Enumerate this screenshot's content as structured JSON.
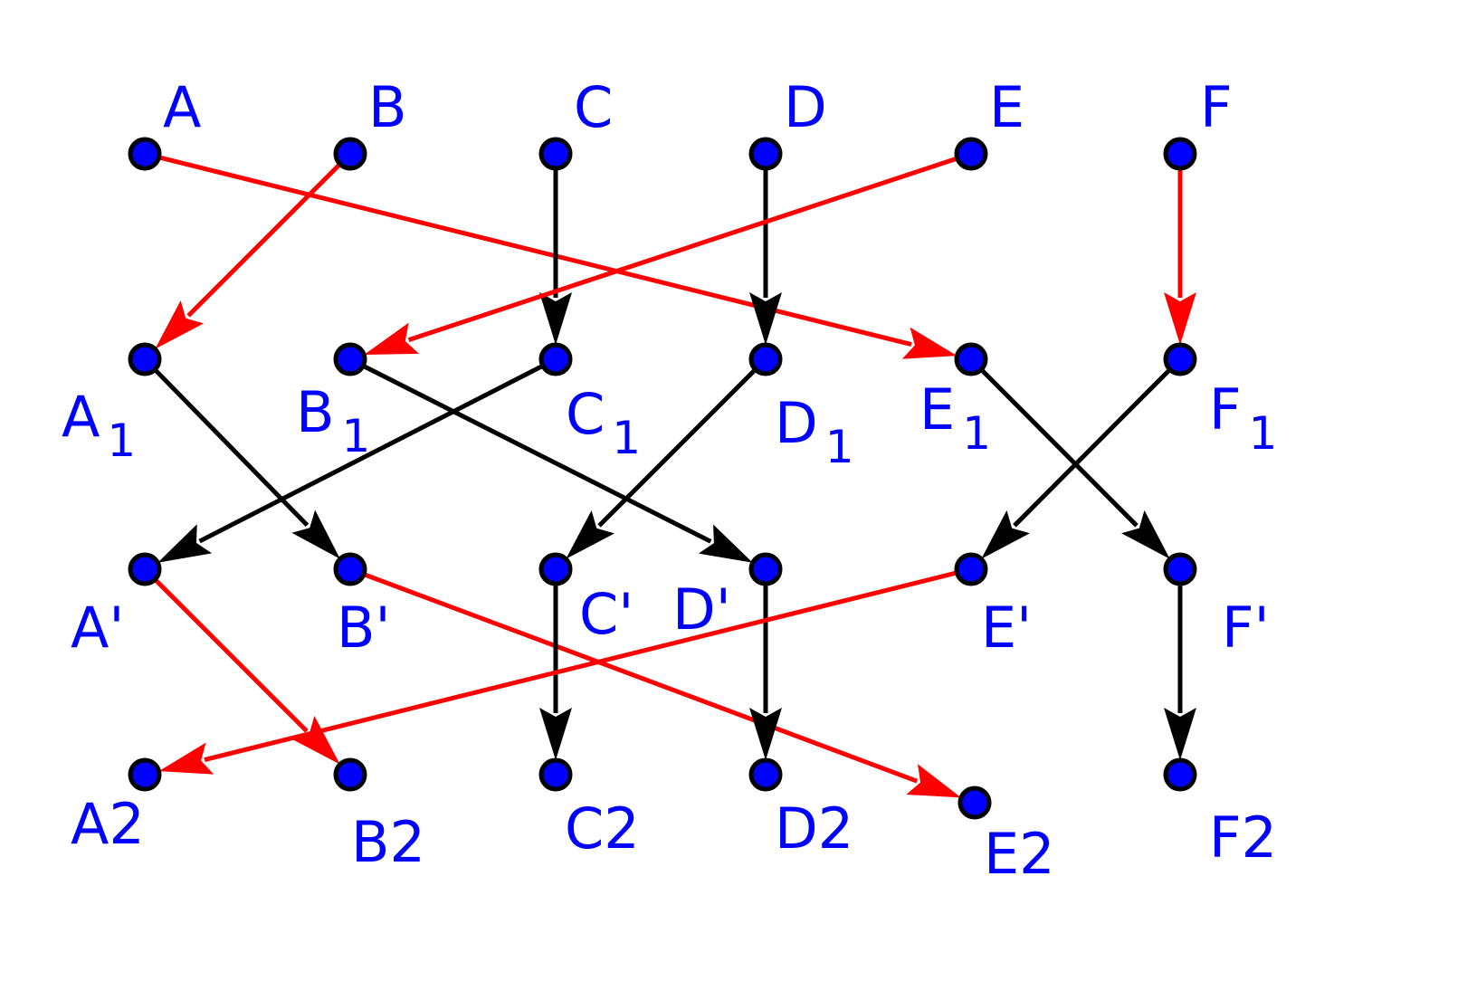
{
  "colors": {
    "node_fill": "#0000ff",
    "node_stroke": "#000000",
    "label": "#0000ff",
    "edge_black": "#000000",
    "edge_red": "#ff0000"
  },
  "nodes": [
    {
      "id": "A",
      "label": "A",
      "sub": ""
    },
    {
      "id": "B",
      "label": "B",
      "sub": ""
    },
    {
      "id": "C",
      "label": "C",
      "sub": ""
    },
    {
      "id": "D",
      "label": "D",
      "sub": ""
    },
    {
      "id": "E",
      "label": "E",
      "sub": ""
    },
    {
      "id": "F",
      "label": "F",
      "sub": ""
    },
    {
      "id": "A1",
      "label": "A",
      "sub": "1"
    },
    {
      "id": "B1",
      "label": "B",
      "sub": "1"
    },
    {
      "id": "C1",
      "label": "C",
      "sub": "1"
    },
    {
      "id": "D1",
      "label": "D",
      "sub": "1"
    },
    {
      "id": "E1",
      "label": "E",
      "sub": "1"
    },
    {
      "id": "F1",
      "label": "F",
      "sub": "1"
    },
    {
      "id": "Ap",
      "label": "A'",
      "sub": ""
    },
    {
      "id": "Bp",
      "label": "B'",
      "sub": ""
    },
    {
      "id": "Cp",
      "label": "C'",
      "sub": ""
    },
    {
      "id": "Dp",
      "label": "D'",
      "sub": ""
    },
    {
      "id": "Ep",
      "label": "E'",
      "sub": ""
    },
    {
      "id": "Fp",
      "label": "F'",
      "sub": ""
    },
    {
      "id": "A2",
      "label": "A2",
      "sub": ""
    },
    {
      "id": "B2",
      "label": "B2",
      "sub": ""
    },
    {
      "id": "C2",
      "label": "C2",
      "sub": ""
    },
    {
      "id": "D2",
      "label": "D2",
      "sub": ""
    },
    {
      "id": "E2",
      "label": "E2",
      "sub": ""
    },
    {
      "id": "F2",
      "label": "F2",
      "sub": ""
    }
  ],
  "edges": [
    {
      "from": "A",
      "to": "E1",
      "color": "red"
    },
    {
      "from": "B",
      "to": "A1",
      "color": "red"
    },
    {
      "from": "C",
      "to": "C1",
      "color": "black"
    },
    {
      "from": "D",
      "to": "D1",
      "color": "black"
    },
    {
      "from": "E",
      "to": "B1",
      "color": "red"
    },
    {
      "from": "F",
      "to": "F1",
      "color": "red"
    },
    {
      "from": "A1",
      "to": "Bp",
      "color": "black"
    },
    {
      "from": "B1",
      "to": "Dp",
      "color": "black"
    },
    {
      "from": "C1",
      "to": "Ap",
      "color": "black"
    },
    {
      "from": "D1",
      "to": "Cp",
      "color": "black"
    },
    {
      "from": "E1",
      "to": "Fp",
      "color": "black"
    },
    {
      "from": "F1",
      "to": "Ep",
      "color": "black"
    },
    {
      "from": "Ap",
      "to": "B2",
      "color": "red"
    },
    {
      "from": "Bp",
      "to": "E2",
      "color": "red"
    },
    {
      "from": "Cp",
      "to": "C2",
      "color": "black"
    },
    {
      "from": "Dp",
      "to": "D2",
      "color": "black"
    },
    {
      "from": "Ep",
      "to": "A2",
      "color": "red"
    },
    {
      "from": "Fp",
      "to": "F2",
      "color": "black"
    }
  ]
}
